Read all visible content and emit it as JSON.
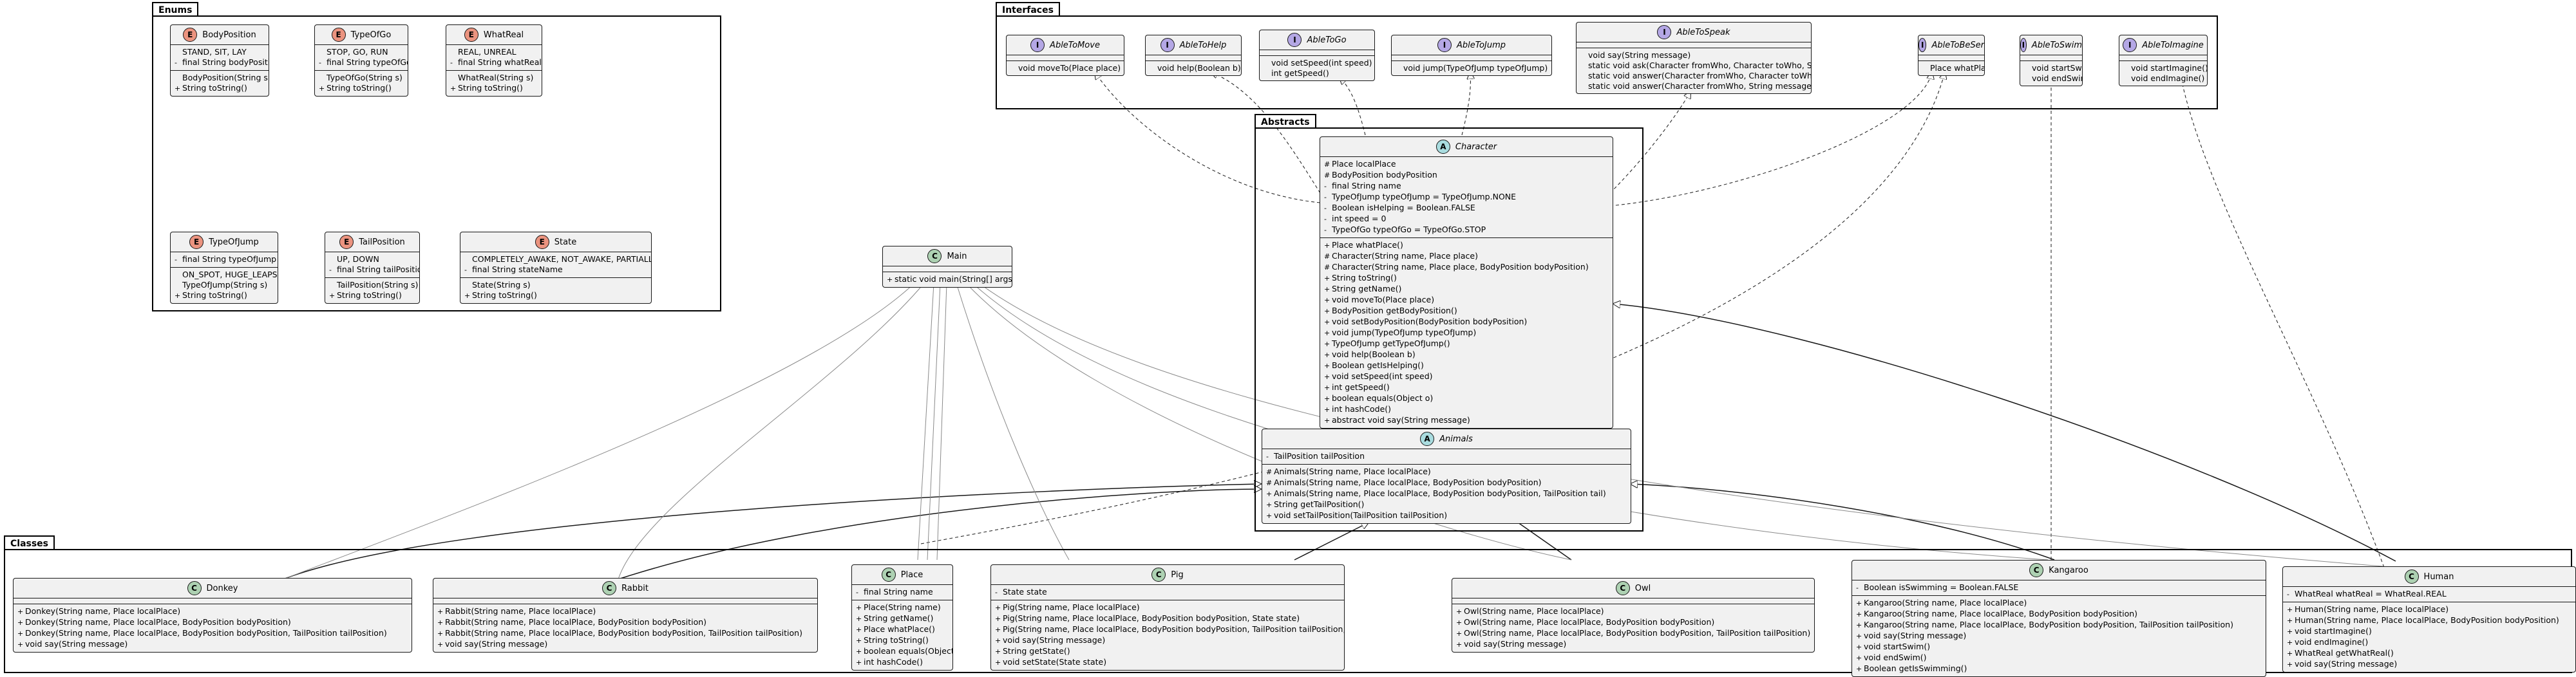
{
  "packages": {
    "enums": "Enums",
    "interfaces": "Interfaces",
    "abstracts": "Abstracts",
    "classes": "Classes"
  },
  "enums": [
    {
      "id": "bodyposition",
      "kind": "E",
      "name": "BodyPosition",
      "fields": [
        [
          "",
          "STAND, SIT, LAY"
        ],
        [
          "-",
          "final String bodyPosition"
        ]
      ],
      "methods": [
        [
          "",
          "BodyPosition(String s)"
        ],
        [
          "+",
          "String toString()"
        ]
      ]
    },
    {
      "id": "typeofgo",
      "kind": "E",
      "name": "TypeOfGo",
      "fields": [
        [
          "",
          "STOP, GO, RUN"
        ],
        [
          "-",
          "final String typeOfGo"
        ]
      ],
      "methods": [
        [
          "",
          "TypeOfGo(String s)"
        ],
        [
          "+",
          "String toString()"
        ]
      ]
    },
    {
      "id": "whatreal",
      "kind": "E",
      "name": "WhatReal",
      "fields": [
        [
          "",
          "REAL, UNREAL"
        ],
        [
          "-",
          "final String whatReal"
        ]
      ],
      "methods": [
        [
          "",
          "WhatReal(String s)"
        ],
        [
          "+",
          "String toString()"
        ]
      ]
    },
    {
      "id": "typeofjump",
      "kind": "E",
      "name": "TypeOfJump",
      "fields": [
        [
          "-",
          "final String typeOfJump"
        ]
      ],
      "methods": [
        [
          "",
          "ON_SPOT, HUGE_LEAPS, NONE("
        ],
        [
          "",
          "TypeOfJump(String s)"
        ],
        [
          "+",
          "String toString()"
        ]
      ]
    },
    {
      "id": "tailposition",
      "kind": "E",
      "name": "TailPosition",
      "fields": [
        [
          "",
          "UP, DOWN"
        ],
        [
          "-",
          "final String tailPosition"
        ]
      ],
      "methods": [
        [
          "",
          "TailPosition(String s)"
        ],
        [
          "+",
          "String toString()"
        ]
      ]
    },
    {
      "id": "state",
      "kind": "E",
      "name": "State",
      "fields": [
        [
          "",
          "COMPLETELY_AWAKE, NOT_AWAKE, PARTIALLY_AWAKE"
        ],
        [
          "-",
          "final String stateName"
        ]
      ],
      "methods": [
        [
          "",
          "State(String s)"
        ],
        [
          "+",
          "String toString()"
        ]
      ]
    }
  ],
  "interfaces": [
    {
      "id": "abletomove",
      "kind": "I",
      "name": "AbleToMove",
      "fields": [],
      "methods": [
        [
          "",
          "void moveTo(Place place)"
        ]
      ]
    },
    {
      "id": "abletohelp",
      "kind": "I",
      "name": "AbleToHelp",
      "fields": [],
      "methods": [
        [
          "",
          "void help(Boolean b)"
        ]
      ]
    },
    {
      "id": "abletogo",
      "kind": "I",
      "name": "AbleToGo",
      "fields": [],
      "methods": [
        [
          "",
          "void setSpeed(int speed)"
        ],
        [
          "",
          "int getSpeed()"
        ]
      ]
    },
    {
      "id": "abletojump",
      "kind": "I",
      "name": "AbleToJump",
      "fields": [],
      "methods": [
        [
          "",
          "void jump(TypeOfJump typeOfJump)"
        ]
      ]
    },
    {
      "id": "abletospeak",
      "kind": "I",
      "name": "AbleToSpeak",
      "fields": [],
      "methods": [
        [
          "",
          "void say(String message)"
        ],
        [
          "",
          "static void ask(Character fromWho, Character toWho, String message)"
        ],
        [
          "",
          "static void answer(Character fromWho, Character toWho, String message)"
        ],
        [
          "",
          "static void answer(Character fromWho, String message)"
        ]
      ]
    },
    {
      "id": "abletobeser",
      "kind": "I",
      "name": "AbleToBeSer",
      "fields": [],
      "methods": [
        [
          "",
          "Place whatPlace()"
        ]
      ]
    },
    {
      "id": "abletoswim",
      "kind": "I",
      "name": "AbleToSwim",
      "fields": [],
      "methods": [
        [
          "",
          "void startSwim()"
        ],
        [
          "",
          "void endSwim()"
        ]
      ]
    },
    {
      "id": "abletoimagine",
      "kind": "I",
      "name": "AbleToImagine",
      "fields": [],
      "methods": [
        [
          "",
          "void startImagine()"
        ],
        [
          "",
          "void endImagine()"
        ]
      ]
    }
  ],
  "abstracts": [
    {
      "id": "character",
      "kind": "A",
      "name": "Character",
      "fields": [
        [
          "#",
          "Place localPlace"
        ],
        [
          "#",
          "BodyPosition bodyPosition"
        ],
        [
          "-",
          "final String name"
        ],
        [
          "-",
          "TypeOfJump typeOfJump = TypeOfJump.NONE"
        ],
        [
          "-",
          "Boolean isHelping = Boolean.FALSE"
        ],
        [
          "-",
          "int speed = 0"
        ],
        [
          "-",
          "TypeOfGo typeOfGo = TypeOfGo.STOP"
        ]
      ],
      "methods": [
        [
          "+",
          "Place whatPlace()"
        ],
        [
          "#",
          "Character(String name, Place place)"
        ],
        [
          "#",
          "Character(String name, Place place, BodyPosition bodyPosition)"
        ],
        [
          "+",
          "String toString()"
        ],
        [
          "+",
          "String getName()"
        ],
        [
          "+",
          "void moveTo(Place place)"
        ],
        [
          "+",
          "BodyPosition getBodyPosition()"
        ],
        [
          "+",
          "void setBodyPosition(BodyPosition bodyPosition)"
        ],
        [
          "+",
          "void jump(TypeOfJump typeOfJump)"
        ],
        [
          "+",
          "TypeOfJump getTypeOfJump()"
        ],
        [
          "+",
          "void help(Boolean b)"
        ],
        [
          "+",
          "Boolean getIsHelping()"
        ],
        [
          "+",
          "void setSpeed(int speed)"
        ],
        [
          "+",
          "int getSpeed()"
        ],
        [
          "+",
          "boolean equals(Object o)"
        ],
        [
          "+",
          "int hashCode()"
        ],
        [
          "+",
          "abstract void say(String message)"
        ]
      ]
    },
    {
      "id": "animals",
      "kind": "A",
      "name": "Animals",
      "fields": [
        [
          "-",
          "TailPosition tailPosition"
        ]
      ],
      "methods": [
        [
          "#",
          "Animals(String name, Place localPlace)"
        ],
        [
          "#",
          "Animals(String name, Place localPlace, BodyPosition bodyPosition)"
        ],
        [
          "+",
          "Animals(String name, Place localPlace, BodyPosition bodyPosition, TailPosition tail)"
        ],
        [
          "+",
          "String getTailPosition()"
        ],
        [
          "+",
          "void setTailPosition(TailPosition tailPosition)"
        ]
      ]
    }
  ],
  "main": {
    "id": "main",
    "kind": "C",
    "name": "Main",
    "fields": [],
    "methods": [
      [
        "+",
        "static void main(String[] args)"
      ]
    ]
  },
  "classes": [
    {
      "id": "donkey",
      "kind": "C",
      "name": "Donkey",
      "fields": [],
      "methods": [
        [
          "+",
          "Donkey(String name, Place localPlace)"
        ],
        [
          "+",
          "Donkey(String name, Place localPlace, BodyPosition bodyPosition)"
        ],
        [
          "+",
          "Donkey(String name, Place localPlace, BodyPosition bodyPosition, TailPosition tailPosition)"
        ],
        [
          "+",
          "void say(String message)"
        ]
      ]
    },
    {
      "id": "rabbit",
      "kind": "C",
      "name": "Rabbit",
      "fields": [],
      "methods": [
        [
          "+",
          "Rabbit(String name, Place localPlace)"
        ],
        [
          "+",
          "Rabbit(String name, Place localPlace, BodyPosition bodyPosition)"
        ],
        [
          "+",
          "Rabbit(String name, Place localPlace, BodyPosition bodyPosition, TailPosition tailPosition)"
        ],
        [
          "+",
          "void say(String message)"
        ]
      ]
    },
    {
      "id": "place",
      "kind": "C",
      "name": "Place",
      "fields": [
        [
          "-",
          "final String name"
        ]
      ],
      "methods": [
        [
          "+",
          "Place(String name)"
        ],
        [
          "+",
          "String getName()"
        ],
        [
          "+",
          "Place whatPlace()"
        ],
        [
          "+",
          "String toString()"
        ],
        [
          "+",
          "boolean equals(Object o)"
        ],
        [
          "+",
          "int hashCode()"
        ]
      ]
    },
    {
      "id": "pig",
      "kind": "C",
      "name": "Pig",
      "fields": [
        [
          "-",
          "State state"
        ]
      ],
      "methods": [
        [
          "+",
          "Pig(String name, Place localPlace)"
        ],
        [
          "+",
          "Pig(String name, Place localPlace, BodyPosition bodyPosition, State state)"
        ],
        [
          "+",
          "Pig(String name, Place localPlace, BodyPosition bodyPosition, TailPosition tailPosition, State state)"
        ],
        [
          "+",
          "void say(String message)"
        ],
        [
          "+",
          "String getState()"
        ],
        [
          "+",
          "void setState(State state)"
        ]
      ]
    },
    {
      "id": "owl",
      "kind": "C",
      "name": "Owl",
      "fields": [],
      "methods": [
        [
          "+",
          "Owl(String name, Place localPlace)"
        ],
        [
          "+",
          "Owl(String name, Place localPlace, BodyPosition bodyPosition)"
        ],
        [
          "+",
          "Owl(String name, Place localPlace, BodyPosition bodyPosition, TailPosition tailPosition)"
        ],
        [
          "+",
          "void say(String message)"
        ]
      ]
    },
    {
      "id": "kangaroo",
      "kind": "C",
      "name": "Kangaroo",
      "fields": [
        [
          "-",
          "Boolean isSwimming = Boolean.FALSE"
        ]
      ],
      "methods": [
        [
          "+",
          "Kangaroo(String name, Place localPlace)"
        ],
        [
          "+",
          "Kangaroo(String name, Place localPlace, BodyPosition bodyPosition)"
        ],
        [
          "+",
          "Kangaroo(String name, Place localPlace, BodyPosition bodyPosition, TailPosition tailPosition)"
        ],
        [
          "+",
          "void say(String message)"
        ],
        [
          "+",
          "void startSwim()"
        ],
        [
          "+",
          "void endSwim()"
        ],
        [
          "+",
          "Boolean getIsSwimming()"
        ]
      ]
    },
    {
      "id": "human",
      "kind": "C",
      "name": "Human",
      "fields": [
        [
          "-",
          "WhatReal whatReal = WhatReal.REAL"
        ]
      ],
      "methods": [
        [
          "+",
          "Human(String name, Place localPlace)"
        ],
        [
          "+",
          "Human(String name, Place localPlace, BodyPosition bodyPosition)"
        ],
        [
          "+",
          "void startImagine()"
        ],
        [
          "+",
          "void endImagine()"
        ],
        [
          "+",
          "WhatReal getWhatReal()"
        ],
        [
          "+",
          "void say(String message)"
        ]
      ]
    }
  ],
  "colors": {
    "class_badge": "#add1b2",
    "abstract_badge": "#a9dcdf",
    "interface_badge": "#b4a7e5",
    "enum_badge": "#eb937f",
    "box_fill": "#f1f1f1"
  }
}
